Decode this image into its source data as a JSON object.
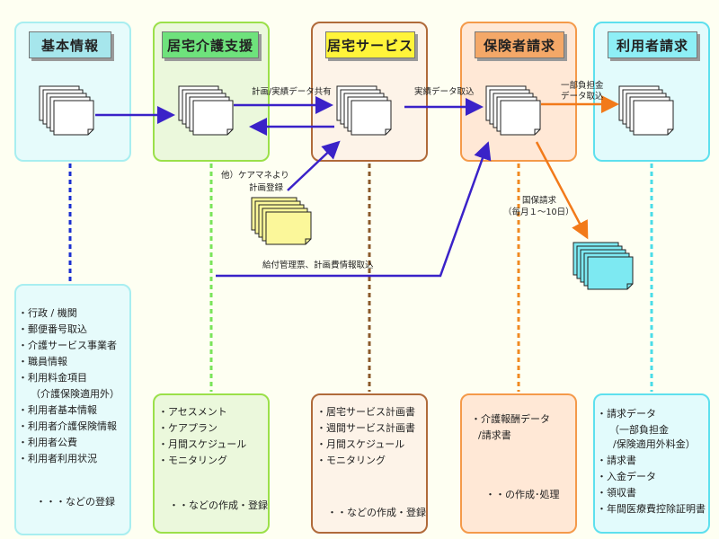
{
  "columns": [
    {
      "id": "kihon",
      "title": "基本情報",
      "header_color": "#a6e6ec",
      "panel_border": "#a8eef0",
      "panel_fill": "#e6fbfb",
      "line_color": "#1a2fd0"
    },
    {
      "id": "kyotaku",
      "title": "居宅介護支援",
      "header_color": "#6ee27c",
      "panel_border": "#9be04a",
      "panel_fill": "#ebf8dc",
      "line_color": "#7ae45a"
    },
    {
      "id": "service",
      "title": "居宅サービス",
      "header_color": "#fff43a",
      "panel_border": "#b06a3a",
      "panel_fill": "#fdf3e8",
      "line_color": "#8b5a2b"
    },
    {
      "id": "hoken",
      "title": "保険者請求",
      "header_color": "#f4a868",
      "panel_border": "#f49a4a",
      "panel_fill": "#ffe8d6",
      "line_color": "#f08a22"
    },
    {
      "id": "riyosha",
      "title": "利用者請求",
      "header_color": "#8eeff6",
      "panel_border": "#5ee0ee",
      "panel_fill": "#e2fbfc",
      "line_color": "#4adce8"
    }
  ],
  "arrows": {
    "share": "計画/実績データ共有",
    "jisseki": "実績データ取込",
    "ichibu_1": "一部負担金",
    "ichibu_2": "データ取込",
    "tano_1": "他）ケアマネより",
    "tano_2": "計画登録",
    "kokuho_1": "国保請求",
    "kokuho_2": "（毎月１～10日）",
    "kyufu": "給付管理票、計画費情報取込"
  },
  "lists": {
    "kihon": [
      "・行政 / 機関",
      "・郵便番号取込",
      "・介護サービス事業者",
      "・職員情報",
      "・利用料金項目",
      "（介護保険適用外）",
      "・利用者基本情報",
      "・利用者介護保険情報",
      "・利用者公費",
      "・利用者利用状況"
    ],
    "kihon_footer": "・・・などの登録",
    "kyotaku": [
      "・アセスメント",
      "・ケアプラン",
      "・月間スケジュール",
      "・モニタリング"
    ],
    "kyotaku_footer": "・・などの作成・登録",
    "service": [
      "・居宅サービス計画書",
      "・週間サービス計画書",
      "・月間スケジュール",
      "・モニタリング"
    ],
    "service_footer": "・・などの作成・登録",
    "hoken": [
      "・介護報酬データ",
      "/請求書"
    ],
    "hoken_footer": "・・の作成･処理",
    "riyosha": [
      "・請求データ",
      "（一部負担金",
      "/保険適用外料金）",
      "・請求書",
      "・入金データ",
      "・領収書",
      "・年間医療費控除証明書"
    ]
  },
  "colors": {
    "arrow_blue": "#3a22c8",
    "arrow_orange": "#f27a1a",
    "doc_yellow": "#fbf79a",
    "doc_cyan": "#7de9f2"
  }
}
